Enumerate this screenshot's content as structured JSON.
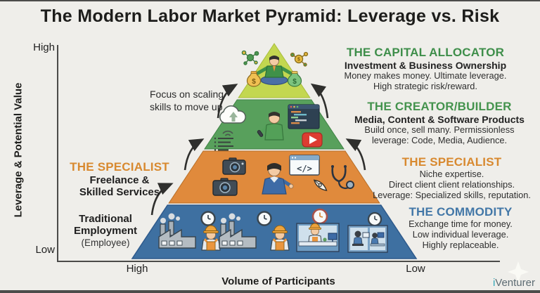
{
  "title": "The Modern Labor Market Pyramid: Leverage vs. Risk",
  "axes": {
    "y_title": "Leverage & Potential Value",
    "y_high": "High",
    "y_low": "Low",
    "x_title": "Volume of Participants",
    "x_high": "High",
    "x_low": "Low"
  },
  "annotation": {
    "line1": "Focus on scaling",
    "line2": "skills to move up"
  },
  "left_labels": {
    "specialist": {
      "title": "THE SPECIALIST",
      "line1": "Freelance &",
      "line2": "Skilled Services",
      "title_color": "#d8892f"
    },
    "employment": {
      "line1": "Traditional",
      "line2": "Employment",
      "line3": "(Employee)"
    }
  },
  "callouts": [
    {
      "id": "capital-allocator",
      "title": "THE CAPITAL ALLOCATOR",
      "subtitle": "Investment & Business Ownership",
      "lines": [
        "Money makes money. Ultimate leverage.",
        "High strategic risk/reward."
      ],
      "title_color": "#3e8e4a"
    },
    {
      "id": "creator-builder",
      "title": "THE CREATOR/BUILDER",
      "subtitle": "Media, Content & Software Products",
      "lines": [
        "Build once, sell many. Permissionless",
        "leverage: Code, Media, Audience."
      ],
      "title_color": "#44934d"
    },
    {
      "id": "specialist",
      "title": "THE SPECIALIST",
      "lines": [
        "Niche expertise.",
        "Direct client client relationships.",
        "Leverage: Specialized skills, reputation."
      ],
      "title_color": "#d8892f"
    },
    {
      "id": "commodity",
      "title": "THE COMMODITY",
      "lines": [
        "Exchange time for money.",
        "Low individual leverage.",
        "Highly replaceable."
      ],
      "title_color": "#4277a7"
    }
  ],
  "pyramid": {
    "tiers": [
      {
        "name": "capital-allocator",
        "color": "#c3d750"
      },
      {
        "name": "creator-builder",
        "color": "#58a05c"
      },
      {
        "name": "specialist",
        "color": "#e08a3c"
      },
      {
        "name": "commodity",
        "color": "#3e70a1"
      }
    ],
    "icons": {
      "tier1": [
        "network-icon",
        "coin-network-icon",
        "meditating-person-icon",
        "money-bag-icon"
      ],
      "tier2": [
        "cloud-upload-icon",
        "signal-waves-icon",
        "text-lines-icon",
        "speaker-person-icon",
        "code-editor-icon",
        "play-button-icon"
      ],
      "tier3": [
        "camera-icon",
        "specialist-person-icon",
        "code-window-icon",
        "pen-nib-icon",
        "stethoscope-icon"
      ],
      "tier4": [
        "factory-icon",
        "worker-icon",
        "clock-icon",
        "cubicle-icon"
      ]
    }
  },
  "logo": {
    "prefix": "i",
    "name": "Venturer",
    "prefix_color": "#2fa7b8"
  }
}
